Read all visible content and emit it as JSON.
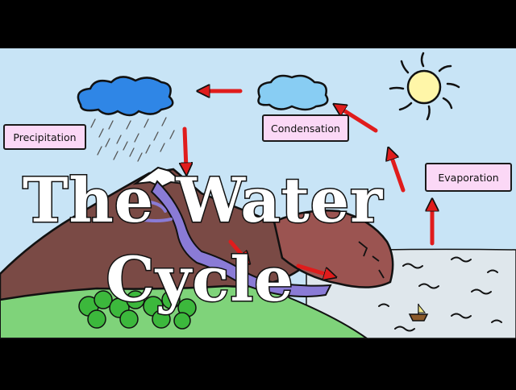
{
  "title": {
    "line1": "The Water",
    "line2": "Cycle"
  },
  "labels": {
    "precipitation": "Precipitation",
    "condensation": "Condensation",
    "evaporation": "Evaporation"
  },
  "colors": {
    "sky": "#c8e4f6",
    "sea": "#dfe7ec",
    "cloud_dark": "#2f86e6",
    "cloud_light": "#88cdf3",
    "sun": "#fff6a8",
    "mountain": "#7a4a45",
    "rock": "#9b5451",
    "river": "#8a7bd6",
    "grass": "#7fd37a",
    "tree": "#3cb83c",
    "arrow": "#e01c1c",
    "label_fill": "#fbd8f6",
    "letterbox": "#000000"
  }
}
